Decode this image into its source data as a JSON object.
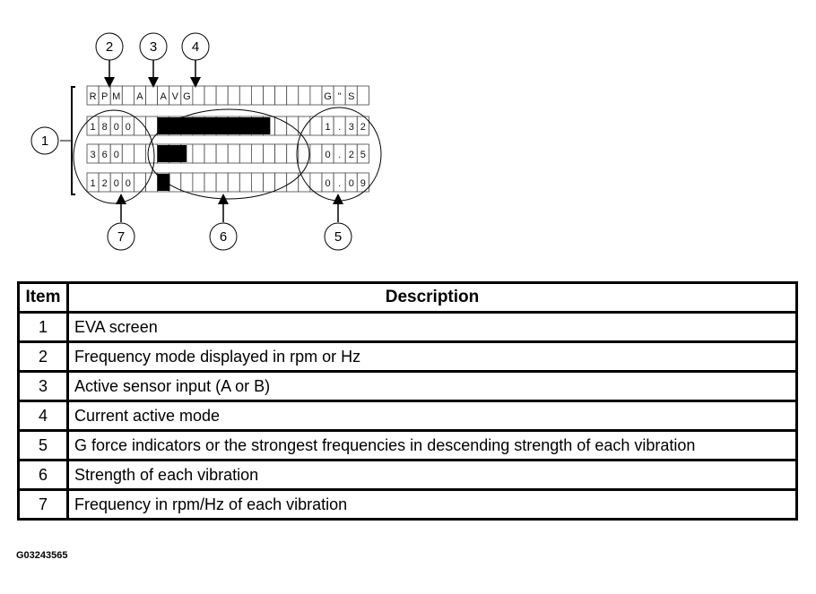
{
  "diagram": {
    "screen": {
      "rows": [
        [
          "R",
          "P",
          "M",
          "",
          "A",
          "",
          "A",
          "V",
          "G",
          "",
          "",
          "",
          "",
          "",
          "",
          "",
          "",
          "",
          "",
          "",
          "G",
          "\"",
          "S"
        ],
        [
          "1",
          "8",
          "0",
          "0",
          "",
          "",
          "",
          "",
          "",
          "",
          "",
          "",
          "",
          "",
          "",
          "",
          "",
          "",
          "",
          "",
          "1",
          ".",
          "3",
          "2"
        ],
        [
          "3",
          "6",
          "0",
          "",
          "",
          "",
          "",
          "",
          "",
          "",
          "",
          "",
          "",
          "",
          "",
          "",
          "",
          "",
          "",
          "",
          "0",
          ".",
          "2",
          "5"
        ],
        [
          "1",
          "2",
          "0",
          "0",
          "",
          "",
          "",
          "",
          "",
          "",
          "",
          "",
          "",
          "",
          "",
          "",
          "",
          "",
          "",
          "",
          "0",
          ".",
          "0",
          "9"
        ]
      ],
      "bar_levels": [
        0.4,
        0.104,
        0.044
      ]
    },
    "callouts": [
      "1",
      "2",
      "3",
      "4",
      "5",
      "6",
      "7"
    ]
  },
  "table": {
    "header": {
      "item": "Item",
      "description": "Description"
    },
    "rows": [
      {
        "item": "1",
        "description": "EVA screen"
      },
      {
        "item": "2",
        "description": "Frequency mode displayed in rpm or Hz"
      },
      {
        "item": "3",
        "description": "Active sensor input (A or B)"
      },
      {
        "item": "4",
        "description": "Current active mode"
      },
      {
        "item": "5",
        "description": "G force indicators or the strongest frequencies in descending strength of each vibration"
      },
      {
        "item": "6",
        "description": "Strength of each vibration"
      },
      {
        "item": "7",
        "description": "Frequency in rpm/Hz of each vibration"
      }
    ]
  },
  "figure_code": "G03243565"
}
